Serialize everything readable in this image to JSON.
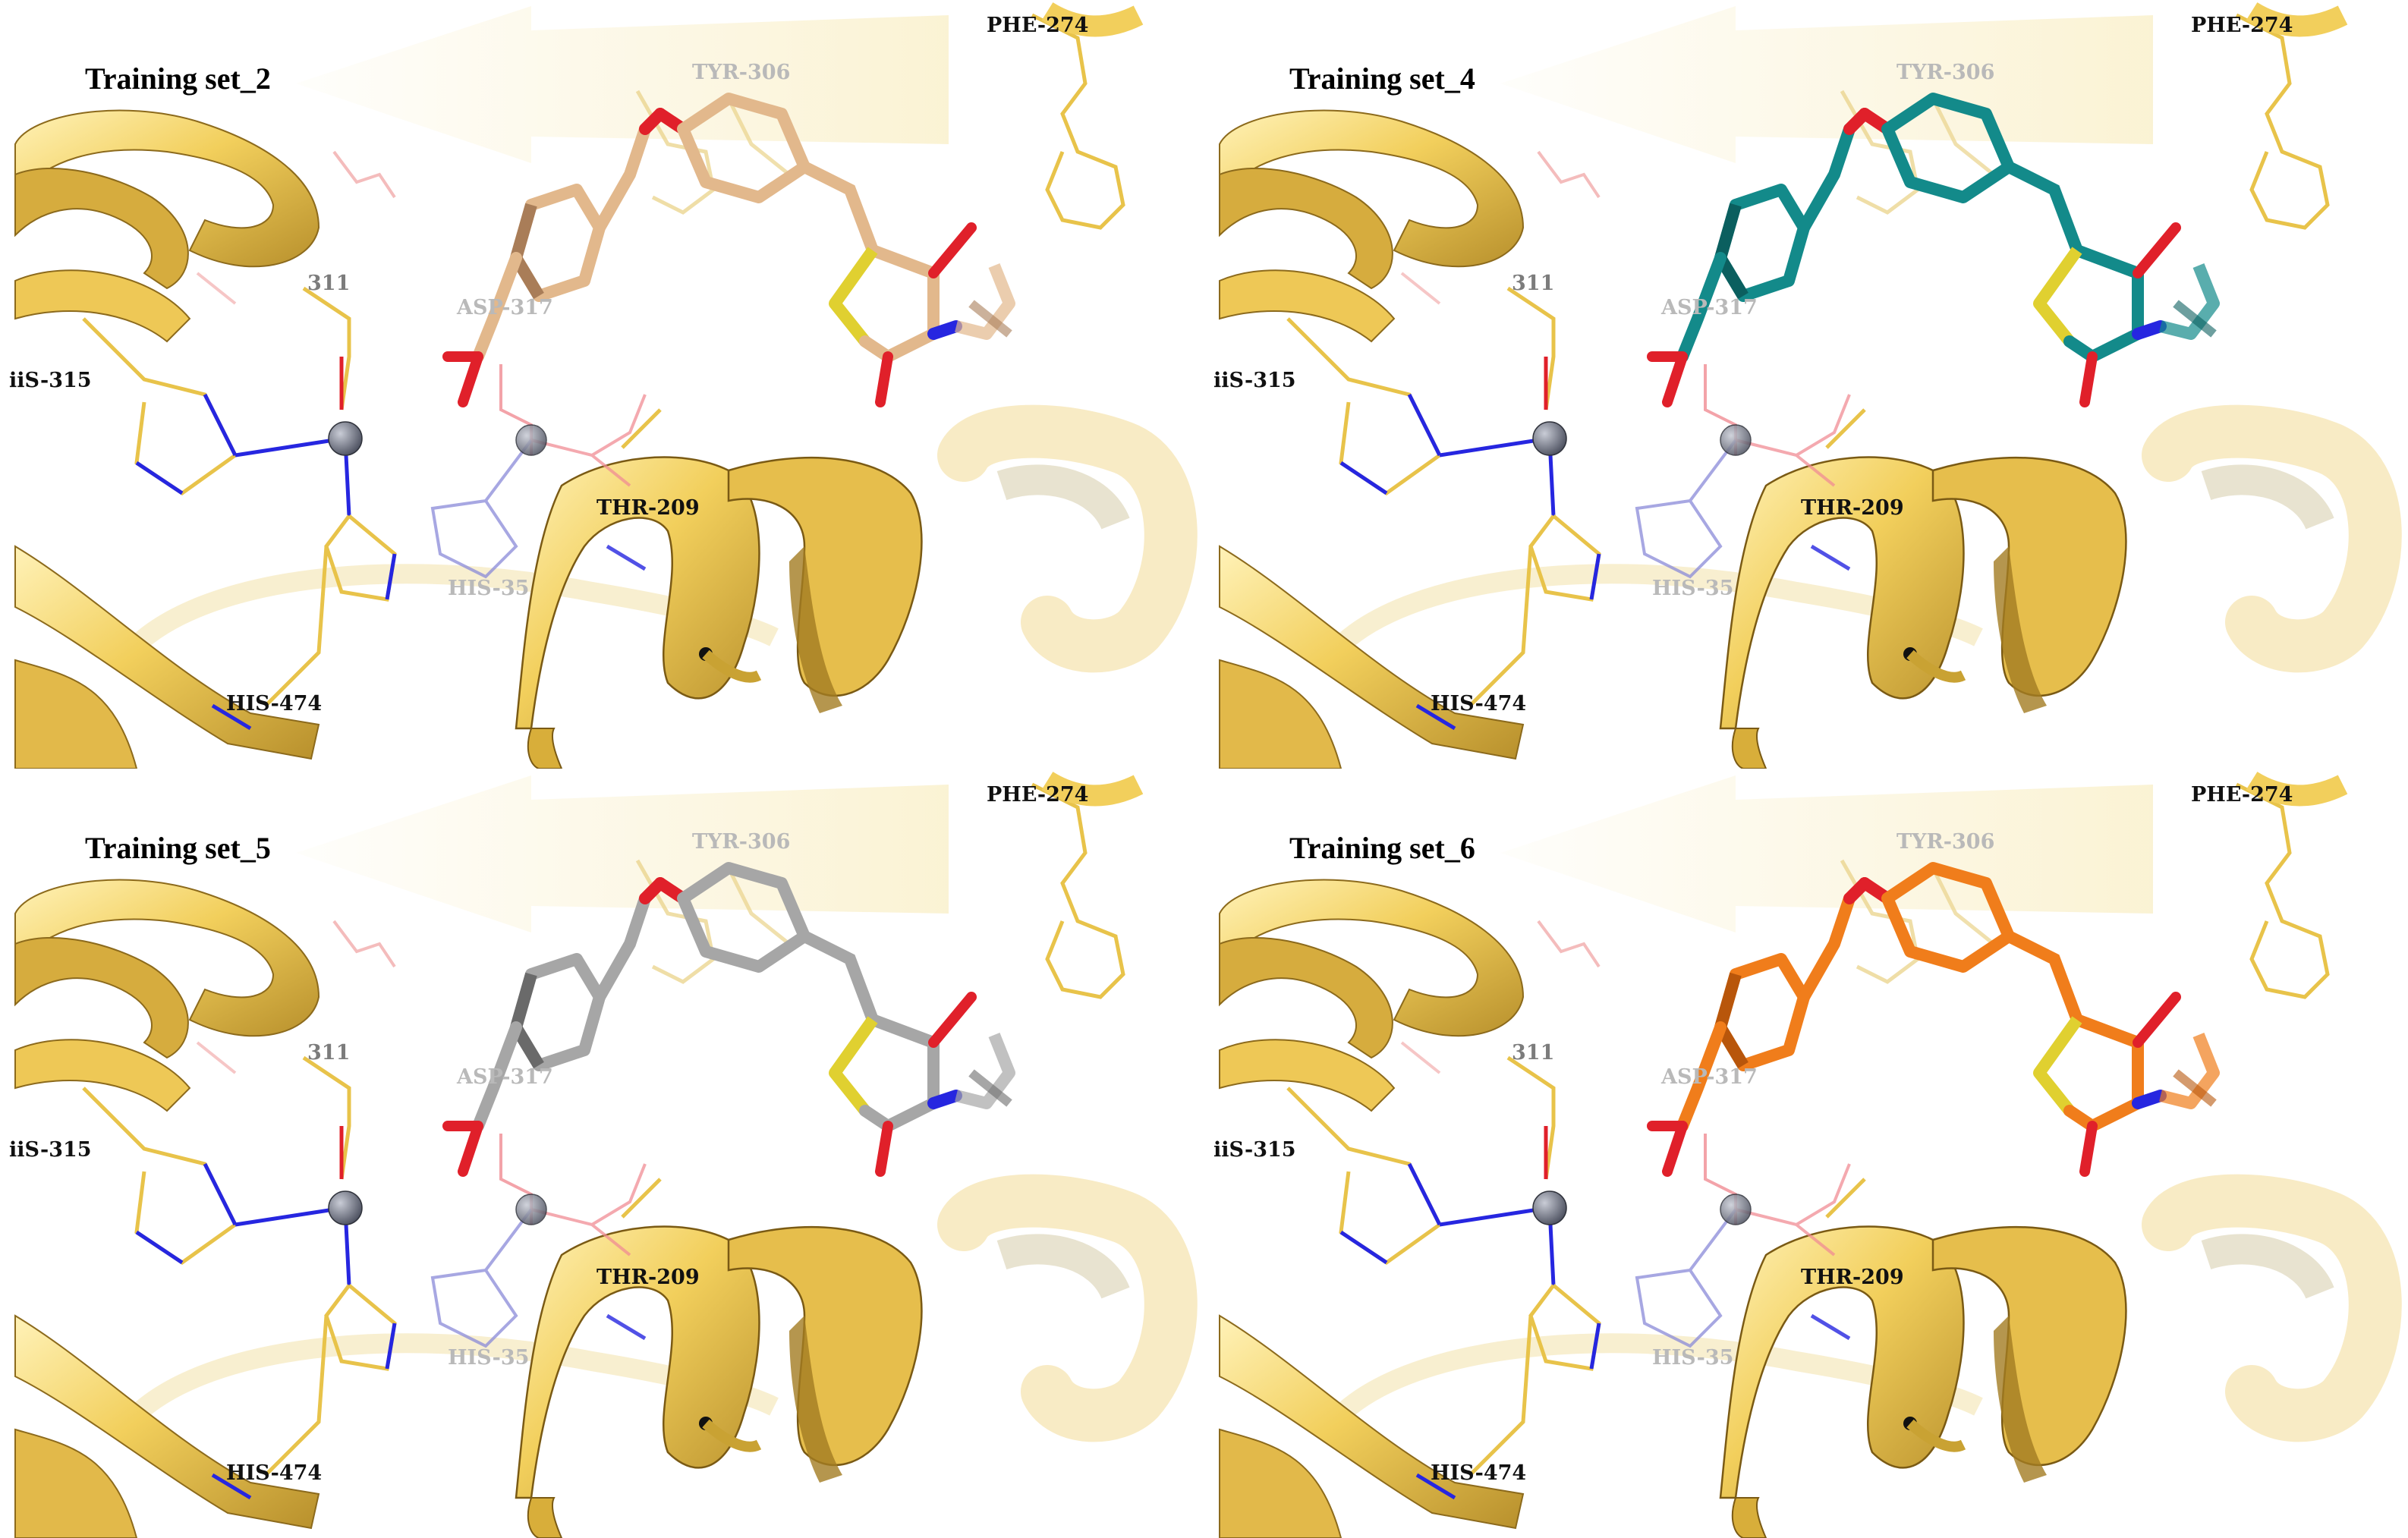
{
  "panels": [
    {
      "title": "Training set_2",
      "ligand": {
        "name": "tan-ligand",
        "carbon": "#e2b88c",
        "carbon_dark": "#a97d58"
      }
    },
    {
      "title": "Training set_4",
      "ligand": {
        "name": "teal-ligand",
        "carbon": "#138a8a",
        "carbon_dark": "#0b5f5f"
      }
    },
    {
      "title": "Training set_5",
      "ligand": {
        "name": "gray-ligand",
        "carbon": "#a6a6a6",
        "carbon_dark": "#6a6a6a"
      }
    },
    {
      "title": "Training set_6",
      "ligand": {
        "name": "orange-ligand",
        "carbon": "#f07d1b",
        "carbon_dark": "#b8560b"
      }
    }
  ],
  "residues": {
    "phe": "PHE-274",
    "tyr": "TYR-306",
    "r311": "311",
    "his315": "iiS-315",
    "asp": "ASP-317",
    "thr": "THR-209",
    "his35x": "HIS-35",
    "his474": "HIS-474"
  },
  "colors": {
    "ribbon": "#f2cf5c",
    "ribbon_shade": "#c9a233",
    "side_chain": "#e8c34a",
    "nitrogen": "#2626e0",
    "oxygen": "#e0202a",
    "sulfur": "#e0d030",
    "zinc": "#7a7f8c"
  },
  "icons": [
    "zinc-ion-sphere",
    "helix-ribbon",
    "beta-strand-arrow"
  ]
}
